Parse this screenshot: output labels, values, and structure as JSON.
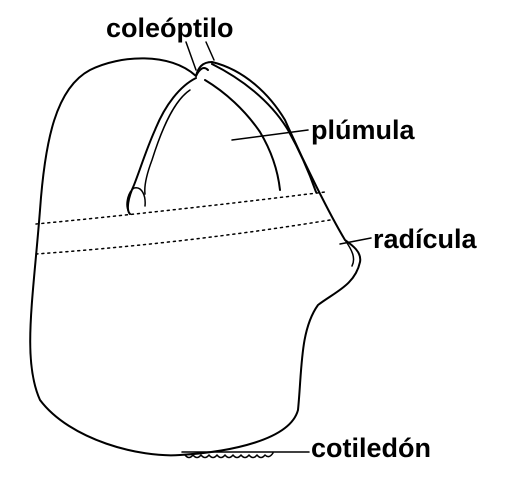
{
  "labels": {
    "coleoptilo": "coleóptilo",
    "plumula": "plúmula",
    "radicula": "radícula",
    "cotiledon": "cotiledón"
  },
  "colors": {
    "ink": "#000000",
    "background": "#ffffff"
  }
}
